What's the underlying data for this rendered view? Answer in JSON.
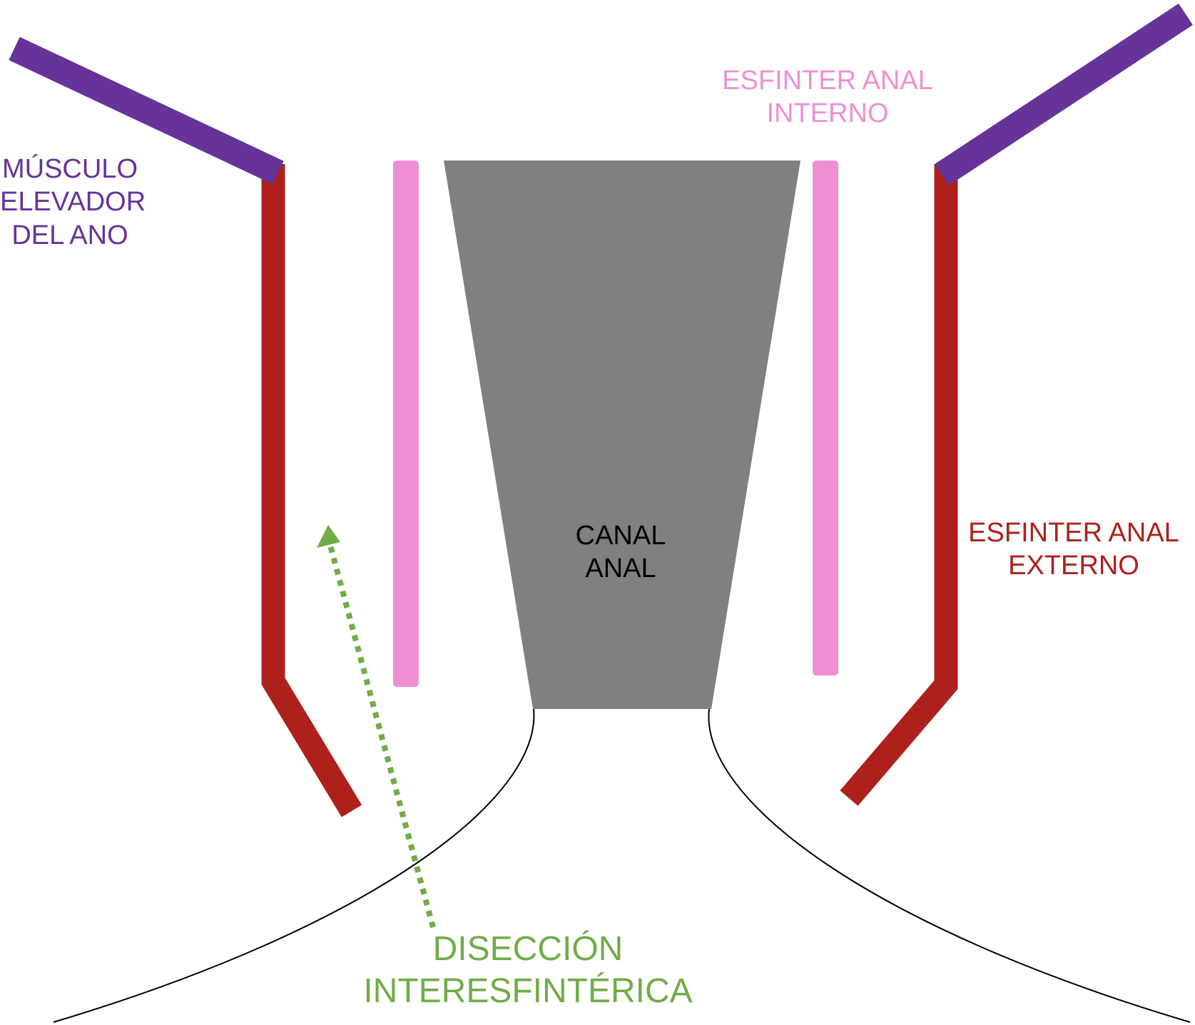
{
  "diagram": {
    "labels": {
      "levator": [
        "MÚSCULO",
        "ELEVADOR",
        "DEL ANO"
      ],
      "internal_sphincter": [
        "ESFINTER ANAL",
        "INTERNO"
      ],
      "canal": [
        "CANAL",
        "ANAL"
      ],
      "external_sphincter": [
        "ESFINTER ANAL",
        "EXTERNO"
      ],
      "dissection": [
        "DISECCIÓN",
        "INTERESFINTÉRICA"
      ]
    },
    "colors": {
      "levator": "#663399",
      "internal_sphincter": "#ef8fd3",
      "canal": "#808080",
      "external_sphincter": "#ad201c",
      "dissection": "#71ac48",
      "text": "#000000",
      "outline": "#000000"
    }
  }
}
